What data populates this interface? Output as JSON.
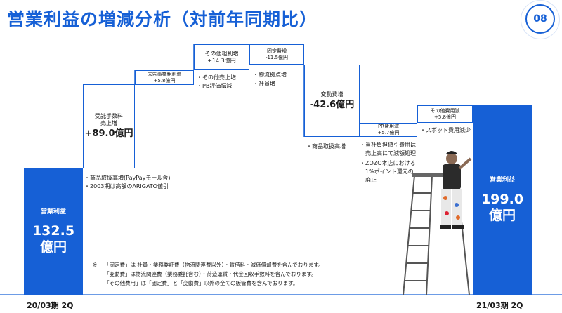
{
  "header": {
    "title": "営業利益の増減分析（対前年同期比）",
    "page_number": "08"
  },
  "chart_data": {
    "type": "bar",
    "categories": [
      "20/03期 2Q",
      "受託手数料売上増",
      "広告事業粗利増",
      "その他粗利増",
      "固定費増",
      "変動費増",
      "PR費用減",
      "その他費用減",
      "21/03期 2Q"
    ],
    "start_value": 132.5,
    "end_value": 199.0,
    "steps": [
      {
        "name": "受託手数料\n売上増",
        "delta": 89.0,
        "display": "+89.0億円",
        "notes": [
          "・商品取扱高増(PayPayモール含)",
          "・2003期は高額のARIGATO値引"
        ]
      },
      {
        "name": "広告事業粗利増",
        "delta": 5.8,
        "display": "+5.8億円",
        "notes": []
      },
      {
        "name": "その他粗利増",
        "delta": 14.3,
        "display": "+14.3億円",
        "notes": [
          "・その他売上増",
          "・PB評価損減"
        ]
      },
      {
        "name": "固定費増",
        "delta": -11.5,
        "display": "-11.5億円",
        "notes": [
          "・物流拠点増",
          "・社員増"
        ]
      },
      {
        "name": "変動費増",
        "delta": -42.6,
        "display": "-42.6億円",
        "notes": [
          "・商品取扱高増"
        ]
      },
      {
        "name": "PR費用減",
        "delta": 5.7,
        "display": "+5.7億円",
        "notes": [
          "・当社負担値引費用は",
          "　売上高にて減額処理",
          "・ZOZO本店における",
          "　1%ポイント還元の",
          "　廃止"
        ]
      },
      {
        "name": "その他費用減",
        "delta": 5.8,
        "display": "+5.8億円",
        "notes": [
          "・スポット費用減少"
        ]
      }
    ],
    "start_bar": {
      "label": "営業利益",
      "value_line1": "132.5",
      "value_line2": "億円"
    },
    "end_bar": {
      "label": "営業利益",
      "value_line1": "199.0",
      "value_line2": "億円"
    },
    "x_labels": {
      "start": "20/03期 2Q",
      "end": "21/03期 2Q"
    },
    "colors": {
      "accent": "#1660d6",
      "text": "#1a1a1a"
    }
  },
  "footnotes": {
    "mark": "※",
    "lines": [
      "「固定費」は 社員・業務委託費（物流関連費以外）・賃借料・減価償却費を含んでおります。",
      "「変動費」は物流関連費（業務委託含む）・荷造運賃・代金回収手数料を含んでおります。",
      "「その他費用」は「固定費」と「変動費」以外の全ての販管費を含んでおります。"
    ]
  }
}
